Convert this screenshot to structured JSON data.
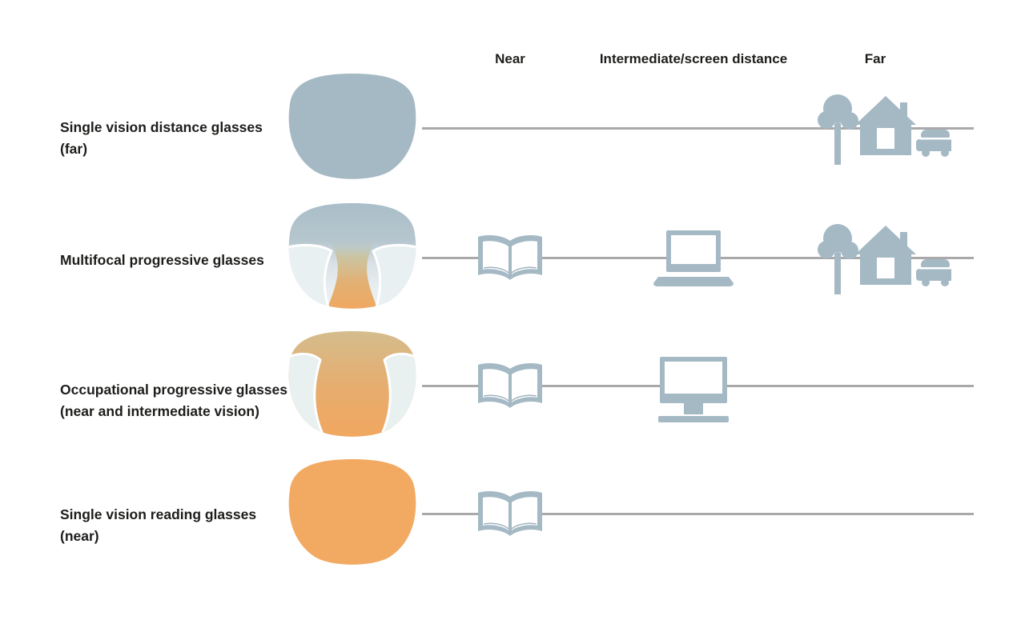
{
  "colors": {
    "distance_zone_blue": "#a4b9c4",
    "near_zone_orange": "#f2a962",
    "intermediate_tan": "#d4bd8e",
    "blur_zone": "#e9f0f1",
    "blur_zone_border": "#ffffff",
    "connector_line": "#a9a9a9",
    "text": "#1d1d1b",
    "background": "#ffffff"
  },
  "columns": [
    {
      "id": "near",
      "label": "Near",
      "icon": "open-book-icon"
    },
    {
      "id": "intermediate",
      "label": "Intermediate/screen distance",
      "icon": "computer-screen-icon"
    },
    {
      "id": "far",
      "label": "Far",
      "icon": "outdoor-scene-icon"
    }
  ],
  "rows": [
    {
      "id": "distance-glasses",
      "label_lines": [
        "Single vision distance glasses",
        "(far)"
      ],
      "lens_type": "distance",
      "lens_zones": {
        "full": "distance_zone_blue"
      },
      "vision_ranges": [
        "far"
      ]
    },
    {
      "id": "progressive-glasses",
      "label_lines": [
        "Multifocal progressive glasses"
      ],
      "lens_type": "progressive",
      "lens_zones": {
        "top": "distance_zone_blue",
        "corridor_bottom": "near_zone_orange",
        "lower_sides": "blur_zone"
      },
      "vision_ranges": [
        "near",
        "intermediate",
        "far"
      ]
    },
    {
      "id": "occupational-glasses",
      "label_lines": [
        "Occupational progressive glasses",
        "(near and intermediate vision)"
      ],
      "lens_type": "occupational",
      "lens_zones": {
        "center": "near_zone_orange",
        "sides": "blur_zone"
      },
      "vision_ranges": [
        "near",
        "intermediate"
      ]
    },
    {
      "id": "reading-glasses",
      "label_lines": [
        "Single vision reading glasses",
        "(near)"
      ],
      "lens_type": "reading",
      "lens_zones": {
        "full": "near_zone_orange"
      },
      "vision_ranges": [
        "near"
      ]
    }
  ],
  "icons": {
    "book": "open-book-icon",
    "laptop": "laptop-icon",
    "monitor": "monitor-icon",
    "scene": "outdoor-scene-icon"
  }
}
